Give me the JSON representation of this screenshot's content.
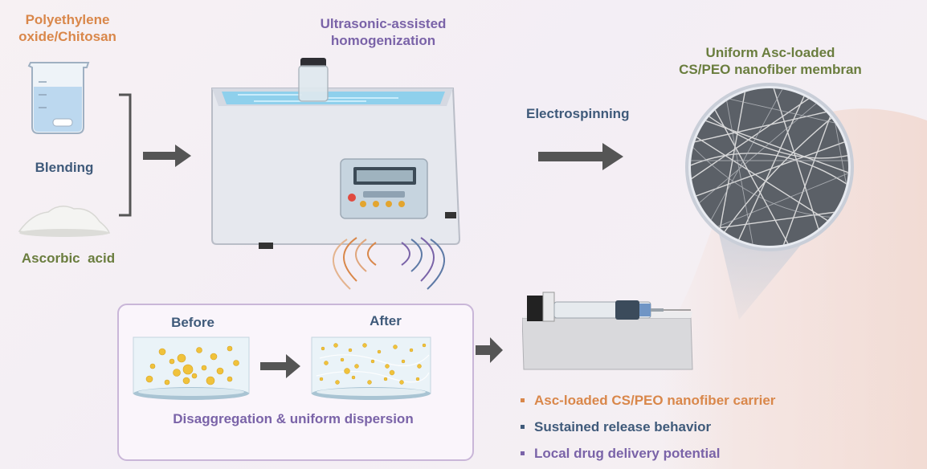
{
  "labels": {
    "peo_chitosan": "Polyethylene\noxide/Chitosan",
    "blending": "Blending",
    "ascorbic_acid": "Ascorbic  acid",
    "ultrasonic": "Ultrasonic-assisted\nhomogenization",
    "electrospinning": "Electrospinning",
    "membrane": "Uniform Asc-loaded\nCS/PEO nanofiber membran",
    "before": "Before",
    "after": "After",
    "dispersion": "Disaggregation & uniform dispersion"
  },
  "bullets": [
    {
      "text": "Asc-loaded CS/PEO nanofiber carrier",
      "color": "#d9874a"
    },
    {
      "text": "Sustained release behavior",
      "color": "#3f5a7a"
    },
    {
      "text": "Local drug delivery potential",
      "color": "#7a63a8"
    }
  ],
  "colors": {
    "orange": "#d9874a",
    "purple": "#7a63a8",
    "blue": "#3f5a7a",
    "green": "#6a7d3e",
    "arrow": "#555555"
  },
  "icons": [
    "beaker-icon",
    "powder-icon",
    "ultrasonic-bath-icon",
    "sound-wave-icon",
    "nanofiber-sem-icon",
    "syringe-pump-icon",
    "petri-dish-icon",
    "arrow-right-icon"
  ]
}
